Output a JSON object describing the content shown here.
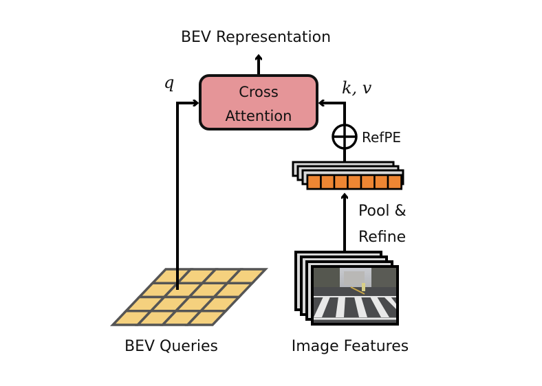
{
  "diagram": {
    "output_label": "BEV Representation",
    "cross_attention": {
      "line1": "Cross",
      "line2": "Attention",
      "fill": "#e59598",
      "stroke": "#111111"
    },
    "query_label": "q",
    "key_value_label": "k, v",
    "position_encoding": {
      "symbol": "⊕",
      "label": "RefPE"
    },
    "pooled_features": {
      "cell_count": 7,
      "fill": "#ee8633",
      "stack_fill": "#d9d9d9"
    },
    "pool_label_line1": "Pool &",
    "pool_label_line2": "Refine",
    "bev_queries": {
      "label": "BEV Queries",
      "rows": 4,
      "cols": 4,
      "fill": "#f5d17e",
      "stroke": "#555555"
    },
    "image_features": {
      "label": "Image Features",
      "stack_count": 4,
      "stack_fill": "#d9d9d9"
    }
  }
}
